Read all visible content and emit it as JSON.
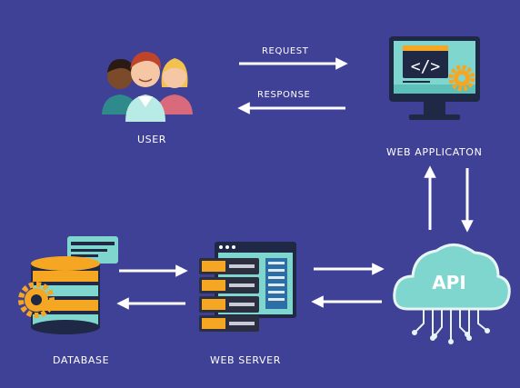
{
  "nodes": {
    "user": "USER",
    "web_app": "WEB APPLICATON",
    "database": "DATABASE",
    "web_server": "WEB SERVER",
    "api": "API"
  },
  "edges": {
    "request": "REQUEST",
    "response": "RESPONSE"
  },
  "colors": {
    "background": "#3f4196",
    "teal": "#7fd6cf",
    "dark_navy": "#1f2845",
    "orange": "#f5a623",
    "gear": "#f5a623",
    "arrow": "#ffffff"
  }
}
